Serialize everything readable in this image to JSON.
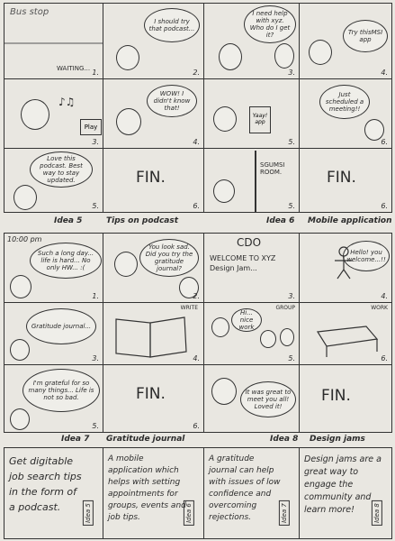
{
  "top": {
    "p1_title": "Bus stop",
    "p1_caption": "WAITING...",
    "p2_bubble": "I should try that podcast...",
    "p3_bubble": "I need help with xyz. Who do I get it?",
    "p4_bubble": "Try thisMSI app",
    "p5_button": "Play",
    "p6_bubble": "WOW! I didn't know that!",
    "p7_phone": "Yaay! app",
    "p8_bubble": "Just scheduled a meeting!!",
    "p9_bubble": "Love this podcast. Best way to stay updated.",
    "p10_fin": "FIN.",
    "p11_sign": "SGUMSI ROOM.",
    "p12_fin": "FIN.",
    "idea5": "Idea 5",
    "idea5_title": "Tips on podcast",
    "idea6": "Idea 6",
    "idea6_title": "Mobile application"
  },
  "mid": {
    "time": "10:00 pm",
    "q1_bubble": "Such a long day... life is hard... No only HW... :(",
    "q2_bubble": "You look sad. Did you try the gratitude journal?",
    "q3_board": "CDO",
    "q3_welcome": "WELCOME TO XYZ Design Jam...",
    "q4_bubble": "Hello! you welcome...!!",
    "q5_bubble": "Gratitude journal...",
    "q6_label": "WRITE",
    "q7_label": "GROUP",
    "q7_bubble": "Hi... nice work",
    "q8_label": "WORK",
    "q9_bubble": "I'm grateful for so many things... Life is not so bad.",
    "q10_fin": "FIN.",
    "q11_bubble": "It was great to meet you all! Loved it!",
    "q12_fin": "FIN.",
    "idea7": "Idea 7",
    "idea7_title": "Gratitude journal",
    "idea8": "Idea 8",
    "idea8_title": "Design jams"
  },
  "bottom": {
    "c1": "Get digitable job search tips in the form of a podcast.",
    "c1_tag": "Idea 5",
    "c2": "A mobile application which helps with setting appointments for groups, events and job tips.",
    "c2_tag": "Idea 6",
    "c3": "A gratitude journal can help with issues of low confidence and overcoming rejections.",
    "c3_tag": "Idea 7",
    "c4": "Design jams are a great way to engage the community and learn more!",
    "c4_tag": "Idea 8"
  },
  "numbers": [
    "1.",
    "2.",
    "3.",
    "4.",
    "3.",
    "4.",
    "5.",
    "6.",
    "5.",
    "6.",
    "5.",
    "6.",
    "1.",
    "2.",
    "3.",
    "4.",
    "3.",
    "4.",
    "5.",
    "6.",
    "5.",
    "6."
  ]
}
